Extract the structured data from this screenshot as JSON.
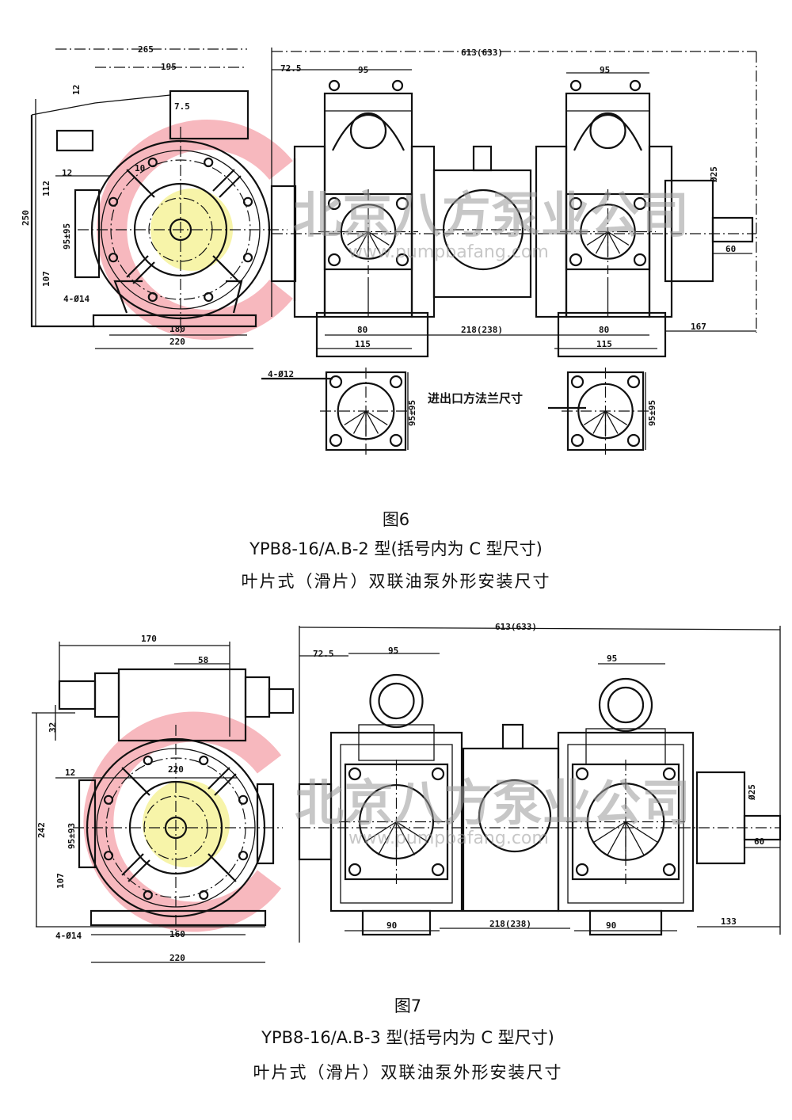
{
  "figure6": {
    "figure_label": "图6",
    "model_line": "YPB8-16/A.B-2 型(括号内为 C 型尺寸)",
    "description": "叶片式（滑片）双联油泵外形安装尺寸",
    "side_view_dims": {
      "d265": "265",
      "d195": "195",
      "d12a": "12",
      "d7_5": "7.5",
      "d10": "10",
      "d12b": "12",
      "d250": "250",
      "d112": "112",
      "d95": "95±95",
      "d107": "107",
      "hole": "4-Ø14",
      "d180": "180",
      "d220": "220"
    },
    "front_view_dims": {
      "overall": "613(633)",
      "d72_5": "72.5",
      "d95a": "95",
      "d95b": "95",
      "d80a": "80",
      "d115a": "115",
      "center": "218(238)",
      "d80b": "80",
      "d115b": "115",
      "d167": "167",
      "d60": "60",
      "shaft": "Ø25"
    },
    "flange_detail": {
      "hole": "4-Ø12",
      "dim_left": "95±95",
      "dim_right": "95±95",
      "title": "进出口方法兰尺寸"
    }
  },
  "figure7": {
    "figure_label": "图7",
    "model_line": "YPB8-16/A.B-3 型(括号内为 C 型尺寸)",
    "description": "叶片式（滑片）双联油泵外形安装尺寸",
    "side_view_dims": {
      "d170": "170",
      "d58": "58",
      "d32": "32",
      "d12": "12",
      "d220top": "220",
      "d242": "242",
      "d95": "95±93",
      "d107": "107",
      "hole": "4-Ø14",
      "d160": "160",
      "d220": "220"
    },
    "front_view_dims": {
      "overall": "613(633)",
      "d72_5": "72.5",
      "d95a": "95",
      "d95b": "95",
      "d90a": "90",
      "center": "218(238)",
      "d90b": "90",
      "d133": "133",
      "d60": "60",
      "shaft": "Ø25"
    }
  },
  "watermark": {
    "company": "北京八方泵业公司",
    "url": "www.pumpbafang.com",
    "colors": {
      "red": "#f4a0a8",
      "yellow": "#f6f3a0"
    }
  }
}
